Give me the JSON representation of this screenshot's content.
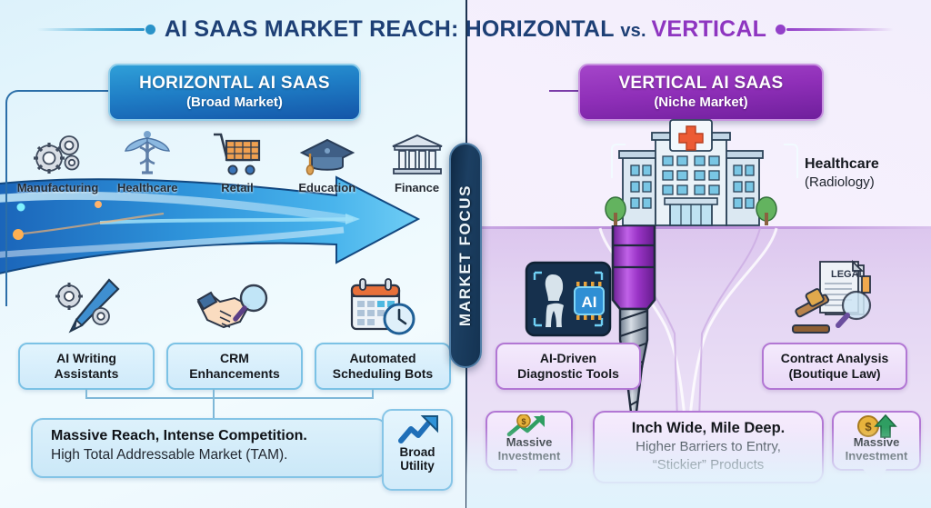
{
  "title": {
    "prefix": "AI SAAS MARKET REACH: HORIZONTAL ",
    "vs": "vs. ",
    "highlight": "VERTICAL",
    "accent_navy": "#1d3f75",
    "accent_purple": "#8e35c0"
  },
  "center": {
    "label": "MARKET FOCUS"
  },
  "horizontal": {
    "badge_title": "HORIZONTAL AI SAAS",
    "badge_subtitle": "(Broad Market)",
    "industries": [
      {
        "label": "Manufacturing",
        "icon": "gears-icon"
      },
      {
        "label": "Healthcare",
        "icon": "caduceus-icon"
      },
      {
        "label": "Retail",
        "icon": "shopping-cart-icon"
      },
      {
        "label": "Education",
        "icon": "graduation-cap-icon"
      },
      {
        "label": "Finance",
        "icon": "bank-icon"
      }
    ],
    "use_cases": [
      {
        "line1": "AI Writing",
        "line2": "Assistants",
        "icon": "pen-gear-icon"
      },
      {
        "line1": "CRM",
        "line2": "Enhancements",
        "icon": "handshake-magnifier-icon"
      },
      {
        "line1": "Automated",
        "line2": "Scheduling Bots",
        "icon": "calendar-clock-icon"
      }
    ],
    "summary_bold": "Massive Reach, Intense Competition.",
    "summary_text": "High Total Addressable Market (TAM).",
    "badge_small": {
      "line1": "Broad",
      "line2": "Utility",
      "icon": "trend-up-arrow-icon"
    }
  },
  "vertical": {
    "badge_title": "VERTICAL AI SAAS",
    "badge_subtitle": "(Niche Market)",
    "anchor": {
      "line1": "Healthcare",
      "line2": "(Radiology)",
      "icon": "hospital-icon"
    },
    "drill_icon": "drill-bit-icon",
    "use_cases": [
      {
        "line1": "AI-Driven",
        "line2": "Diagnostic Tools",
        "icon": "xray-ai-chip-icon"
      },
      {
        "line1": "Contract Analysis",
        "line2": "(Boutique Law)",
        "icon": "legal-gavel-icon"
      }
    ],
    "summary_bold": "Inch Wide, Mile Deep.",
    "summary_line2": "Higher Barriers to Entry,",
    "summary_line3": "“Stickier” Products",
    "callouts": [
      {
        "line1": "Massive",
        "line2": "Investment",
        "icon": "money-trend-icon"
      },
      {
        "line1": "Massive",
        "line2": "Investment",
        "icon": "money-arrow-up-icon"
      }
    ]
  }
}
